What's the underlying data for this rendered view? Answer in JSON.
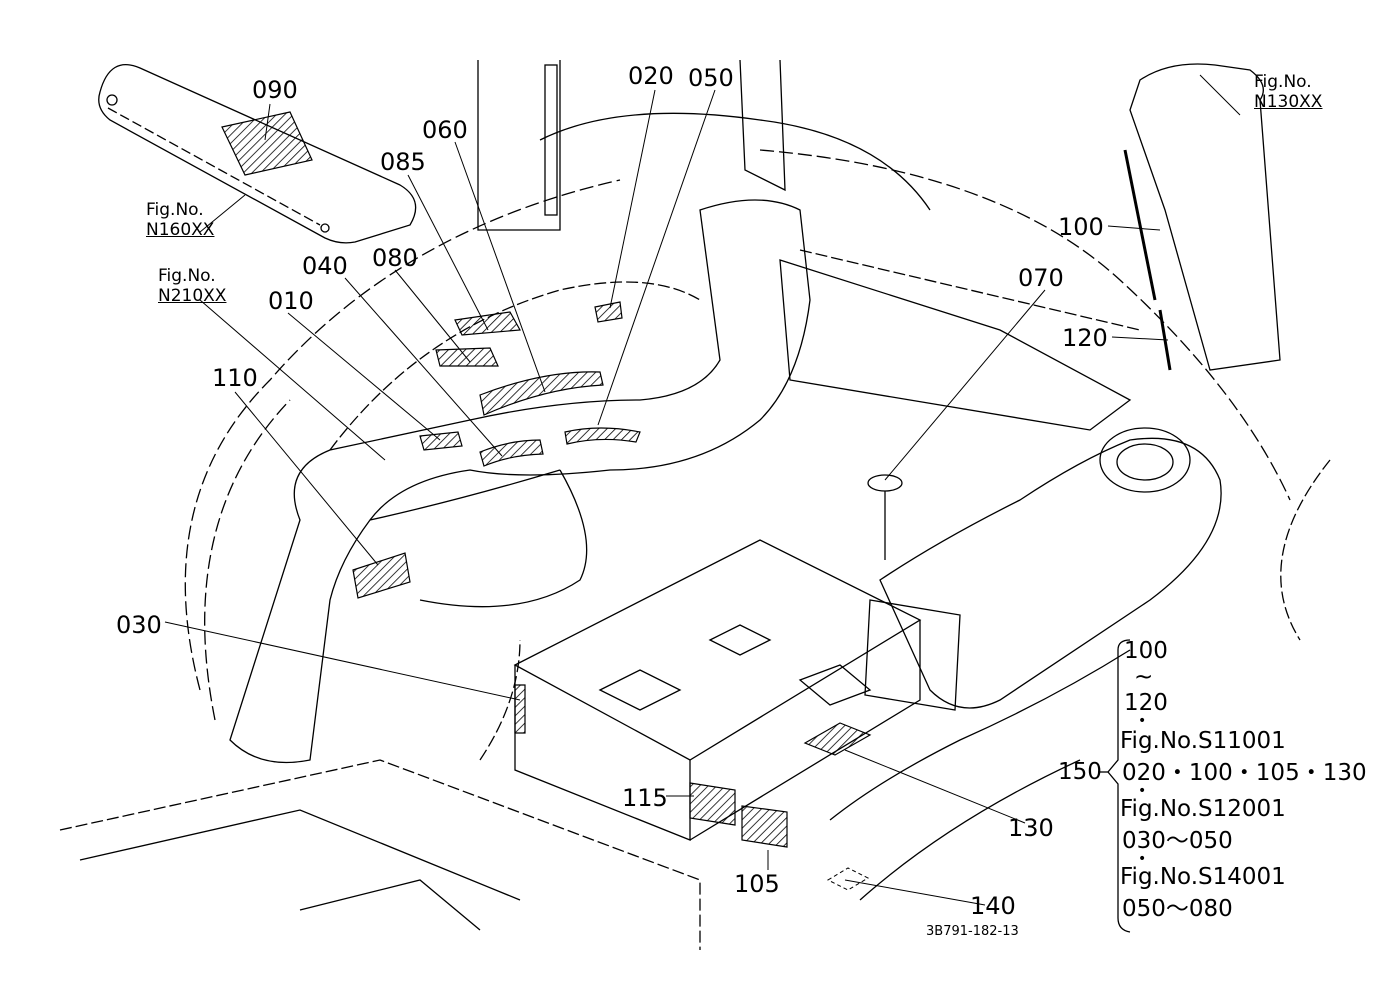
{
  "callouts": {
    "c090": "090",
    "c020": "020",
    "c050": "050",
    "c060": "060",
    "c085": "085",
    "c040": "040",
    "c080": "080",
    "c010": "010",
    "c110": "110",
    "c030": "030",
    "c070": "070",
    "c100": "100",
    "c120": "120",
    "c115": "115",
    "c105": "105",
    "c130": "130",
    "c140": "140"
  },
  "fig_refs": {
    "n160": {
      "label": "Fig.No.",
      "code": "N160XX"
    },
    "n210": {
      "label": "Fig.No.",
      "code": "N210XX"
    },
    "n130": {
      "label": "Fig.No.",
      "code": "N130XX"
    }
  },
  "legend": {
    "group_number": "150",
    "range_top": "100",
    "tilde": "~",
    "range_bottom": "120",
    "fig1": "Fig.No.S11001",
    "fig1_items": "020・100・105・130",
    "fig2": "Fig.No.S12001",
    "fig2_items": "030～050",
    "fig3": "Fig.No.S14001",
    "fig3_items": "050～080"
  },
  "document_id": "3B791-182-13"
}
